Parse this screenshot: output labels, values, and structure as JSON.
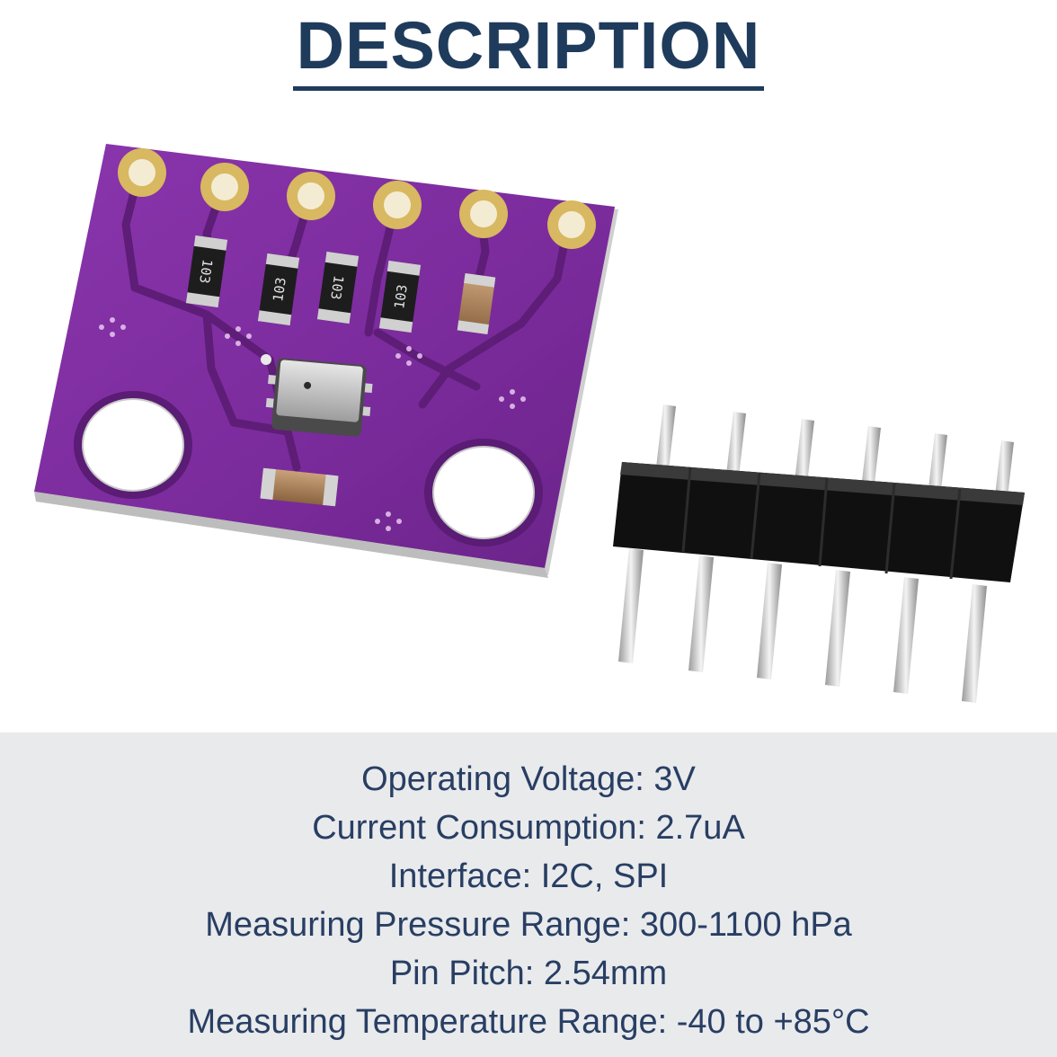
{
  "title": "DESCRIPTION",
  "board": {
    "resistor_marking": "103"
  },
  "specs": [
    "Operating Voltage: 3V",
    "Current Consumption: 2.7uA",
    "Interface: I2C, SPI",
    "Measuring Pressure Range: 300-1100 hPa",
    "Pin Pitch: 2.54mm",
    "Measuring Temperature Range: -40 to +85°C"
  ],
  "colors": {
    "title": "#1f3b5c",
    "spec_text": "#283e63",
    "spec_bg": "#e9eaec",
    "pcb": "#7b2d9c"
  }
}
